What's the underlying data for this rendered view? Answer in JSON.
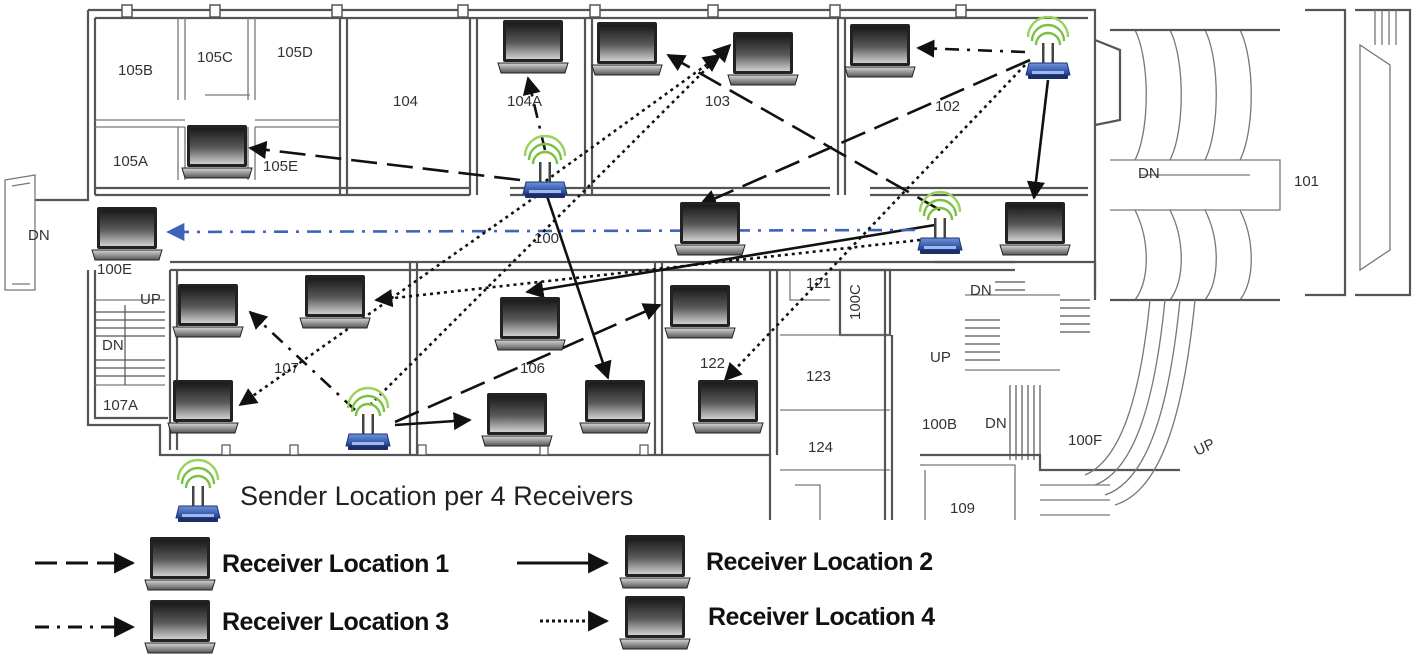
{
  "rooms": {
    "r105B": "105B",
    "r105C": "105C",
    "r105D": "105D",
    "r104": "104",
    "r104A": "104A",
    "r103": "103",
    "r102": "102",
    "r101": "101",
    "r105A": "105A",
    "r105E": "105E",
    "r100": "100",
    "r100E": "100E",
    "r121": "121",
    "r100C": "100C",
    "r107": "107",
    "r106": "106",
    "r122": "122",
    "r123": "123",
    "r124": "124",
    "r100B": "100B",
    "r100F": "100F",
    "r107A": "107A",
    "r109": "109",
    "dn1": "DN",
    "dn2": "DN",
    "dn3": "DN",
    "dn4": "DN",
    "dn5": "DN",
    "up1": "UP",
    "up2": "UP",
    "up3": "UP"
  },
  "legend": {
    "sender": "Sender Location per 4 Receivers",
    "receiver1": "Receiver Location 1",
    "receiver2": "Receiver Location 2",
    "receiver3": "Receiver Location 3",
    "receiver4": "Receiver Location 4"
  },
  "icons": {
    "router": "router-icon",
    "laptop": "laptop-icon"
  },
  "colors": {
    "router_blue": "#2f5bb7",
    "signal_green": "#7ac143",
    "blue_arrow": "#4a72c8",
    "arrow_black": "#111111"
  }
}
